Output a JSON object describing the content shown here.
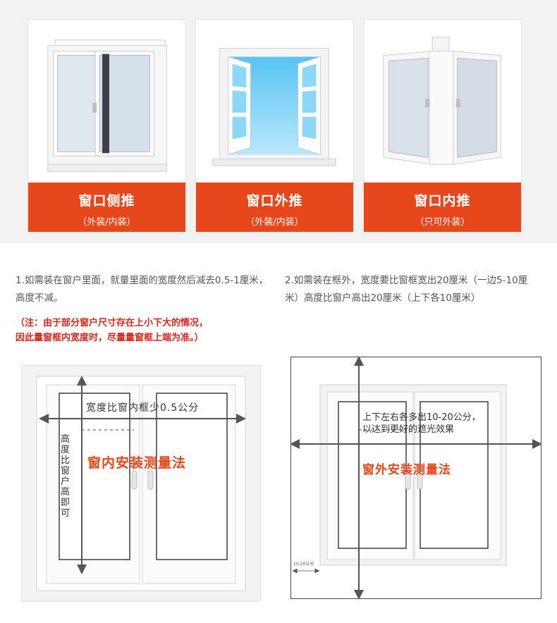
{
  "cards": [
    {
      "title": "窗口侧推",
      "subtitle": "（外装/内装）",
      "icon": "sliding-window-icon"
    },
    {
      "title": "窗口外推",
      "subtitle": "（外装/内装）",
      "icon": "outward-window-icon"
    },
    {
      "title": "窗口内推",
      "subtitle": "（只可外装）",
      "icon": "inward-window-icon"
    }
  ],
  "instructions": {
    "inside": "1.如需装在窗户里面，就量里面的宽度然后减去0.5-1厘米，高度不减。",
    "outside": "2.如需装在框外，宽度要比窗框宽出20厘米（一边5-10厘米）高度比窗户高出20厘米（上下各10厘米）",
    "note_line1": "（注：由于部分窗户尺寸存在上小下大的情况，",
    "note_line2": "因此量窗框内宽度时，尽量量窗框上端为准。）"
  },
  "diagram_inside": {
    "width_label": "宽度比窗内框少0.5公分",
    "height_label": "高度比窗户高即可",
    "title": "窗内安装测量法"
  },
  "diagram_outside": {
    "extend_label_1": "上下左右各多出10-20公分，",
    "extend_label_2": "以达到更好的遮光效果",
    "title": "窗外安装测量法",
    "scale_label": "10-20公分"
  },
  "colors": {
    "accent": "#e8461b",
    "note": "#d9261c",
    "measure": "#555555"
  }
}
